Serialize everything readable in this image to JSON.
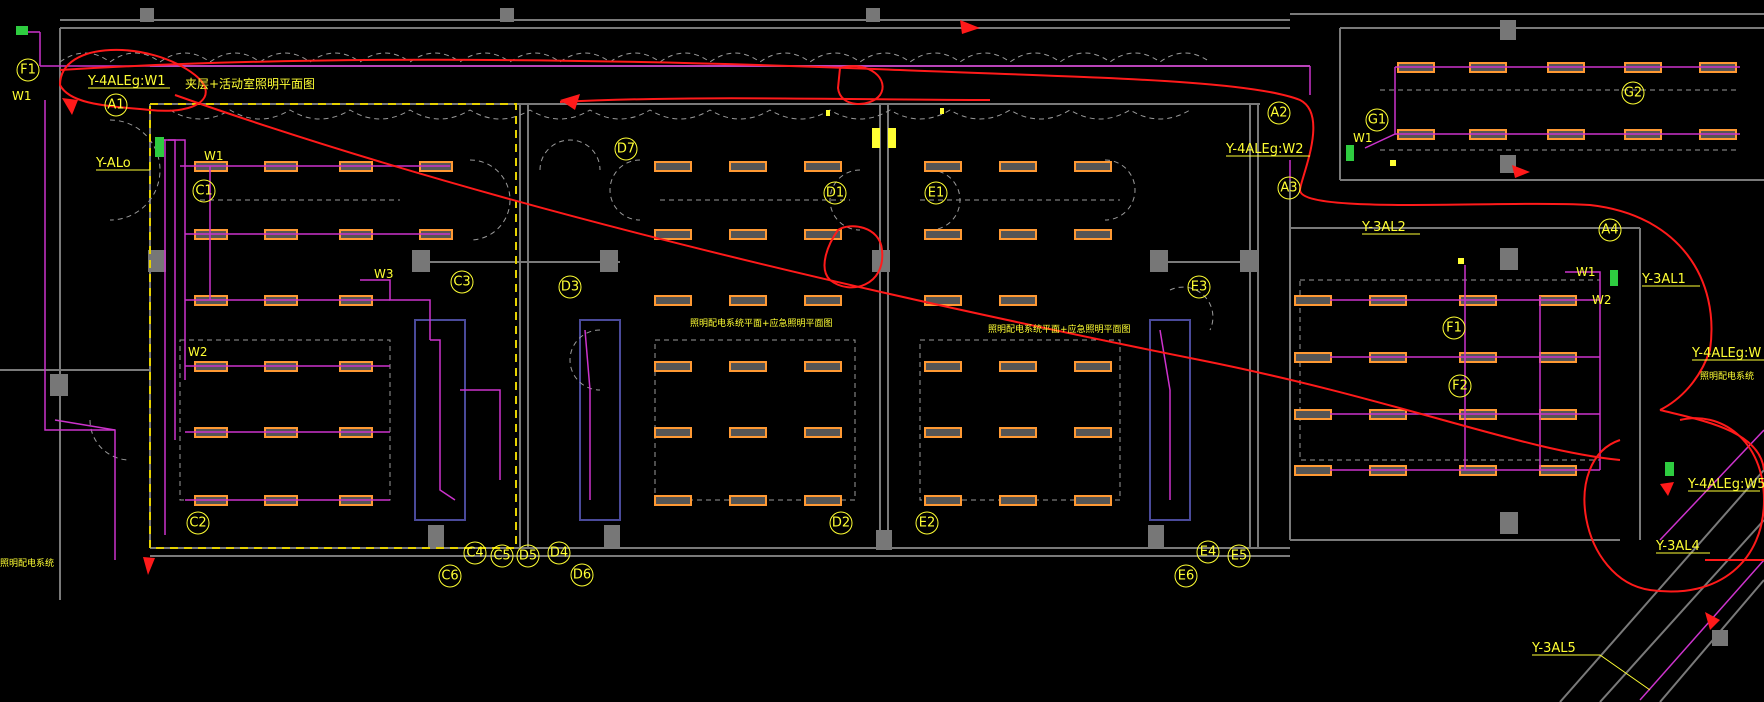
{
  "colors": {
    "background": "#000000",
    "wall": "#7a7a7a",
    "wall_dim": "#4a4a4a",
    "dash": "#9a9a9a",
    "circuit": "#cc33cc",
    "label": "#ffff33",
    "markup": "#ff1a1a",
    "fixture_edge": "#ff9933",
    "fixture_fill": "#555555",
    "panel": "#2ecc40",
    "dashed_box": "#e6d200"
  },
  "labels": {
    "panel_a1": "Y-4ALEg:W1",
    "panel_a2": "Y-4ALEg:W2",
    "panel_right_mid": "Y-4ALEg:W",
    "panel_right_low": "Y-4ALEg:W5",
    "panel_alo": "Y-ALo",
    "panel_3al1": "Y-3AL1",
    "panel_3al2": "Y-3AL2",
    "panel_3al4": "Y-3AL4",
    "panel_3al5": "Y-3AL5",
    "circuit_w1_left": "W1",
    "circuit_w1_a": "W1",
    "circuit_w3": "W3",
    "circuit_w2_a": "W2",
    "circuit_w1_g": "W1",
    "circuit_w1_f": "W1",
    "circuit_w2_f": "W2",
    "title_top": "夹层+活动室照明平面图",
    "title_center_left": "照明配电系统平面+应急照明平面图",
    "title_center_right": "照明配电系统平面+应急照明平面图",
    "note_right": "照明配电系统",
    "note_left_bottom": "照明配电系统"
  },
  "markers": [
    {
      "id": "F1",
      "text": "F1"
    },
    {
      "id": "A1",
      "text": "A1"
    },
    {
      "id": "A2",
      "text": "A2"
    },
    {
      "id": "A3",
      "text": "A3"
    },
    {
      "id": "A4",
      "text": "A4"
    },
    {
      "id": "C1",
      "text": "C1"
    },
    {
      "id": "C2",
      "text": "C2"
    },
    {
      "id": "C3",
      "text": "C3"
    },
    {
      "id": "C4",
      "text": "C4"
    },
    {
      "id": "C5",
      "text": "C5"
    },
    {
      "id": "C6",
      "text": "C6"
    },
    {
      "id": "D1",
      "text": "D1"
    },
    {
      "id": "D2",
      "text": "D2"
    },
    {
      "id": "D3",
      "text": "D3"
    },
    {
      "id": "D4",
      "text": "D4"
    },
    {
      "id": "D5",
      "text": "D5"
    },
    {
      "id": "D6",
      "text": "D6"
    },
    {
      "id": "D7",
      "text": "D7"
    },
    {
      "id": "E1",
      "text": "E1"
    },
    {
      "id": "E2",
      "text": "E2"
    },
    {
      "id": "E3",
      "text": "E3"
    },
    {
      "id": "E4",
      "text": "E4"
    },
    {
      "id": "E5",
      "text": "E5"
    },
    {
      "id": "E6",
      "text": "E6"
    },
    {
      "id": "G1",
      "text": "G1"
    },
    {
      "id": "G2",
      "text": "G2"
    },
    {
      "id": "F1b",
      "text": "F1"
    },
    {
      "id": "F2",
      "text": "F2"
    }
  ]
}
